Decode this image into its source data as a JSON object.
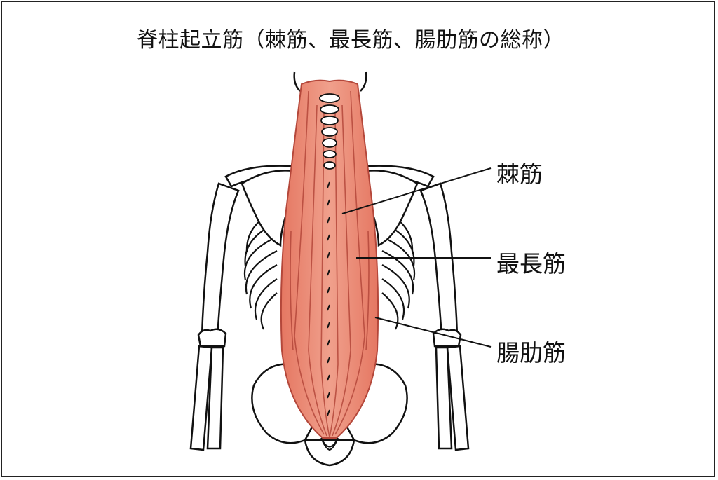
{
  "title": "脊柱起立筋（棘筋、最長筋、腸肋筋の総称）",
  "labels": {
    "spinalis": "棘筋",
    "longissimus": "最長筋",
    "iliocostalis": "腸肋筋"
  },
  "colors": {
    "muscle_fill": "#e8826c",
    "muscle_stroke": "#b4473a",
    "bone_stroke": "#111111"
  }
}
